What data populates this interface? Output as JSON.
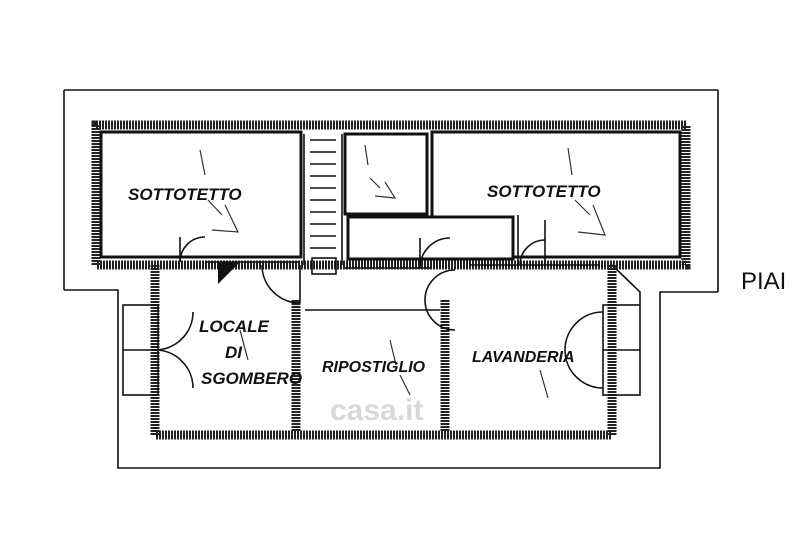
{
  "labels": {
    "sottotetto_left": "SOTTOTETTO",
    "sottotetto_right": "SOTTOTETTO",
    "locale_line1": "LOCALE",
    "locale_line2": "DI",
    "locale_line3": "SGOMBERO",
    "ripostiglio": "RIPOSTIGLIO",
    "lavanderia": "LAVANDERIA",
    "side_text": "PIAI"
  },
  "watermark": "casa.it",
  "colors": {
    "line": "#111111",
    "background": "#ffffff",
    "watermark": "#d8d8d8"
  }
}
